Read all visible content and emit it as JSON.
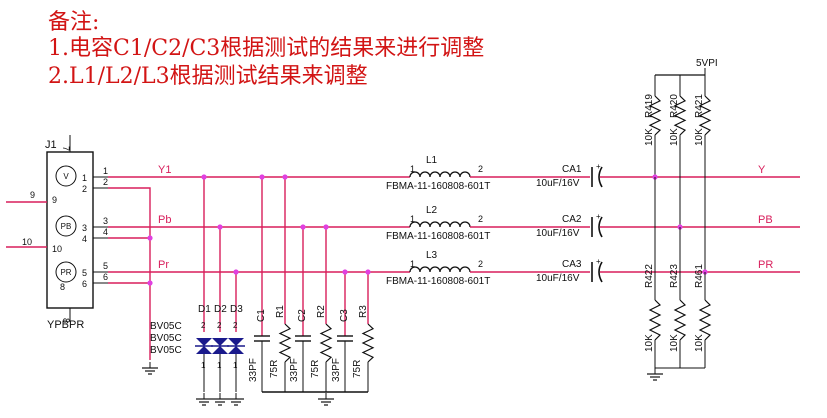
{
  "notes": {
    "title": "备注:",
    "line1": "1.电容C1/C2/C3根据测试的结果来进行调整",
    "line2": "2.L1/L2/L3根据测试结果来调整"
  },
  "connector": {
    "ref": "J1",
    "name": "YPBPR",
    "jacks": [
      "V",
      "PB",
      "PR"
    ],
    "pins": [
      "1",
      "2",
      "3",
      "4",
      "5",
      "6",
      "7",
      "8",
      "9",
      "10"
    ]
  },
  "signals": {
    "input": [
      "Y1",
      "Pb",
      "Pr"
    ],
    "output": [
      "Y",
      "PB",
      "PR"
    ]
  },
  "diodes": {
    "refs": [
      "D1",
      "D2",
      "D3"
    ],
    "part": "BV05C",
    "pin_top": "2",
    "pin_bottom": "1"
  },
  "caps": {
    "refs": [
      "C1",
      "C2",
      "C3"
    ],
    "value": "33PF"
  },
  "resistors": {
    "refs": [
      "R1",
      "R2",
      "R3"
    ],
    "value": "75R"
  },
  "inductors": {
    "refs": [
      "L1",
      "L2",
      "L3"
    ],
    "part": "FBMA-11-160808-601T",
    "pin_left": "1",
    "pin_right": "2"
  },
  "coupling_caps": {
    "refs": [
      "CA1",
      "CA2",
      "CA3"
    ],
    "value": "10uF/16V",
    "polarity": "+"
  },
  "pullups": {
    "supply": "5VPI",
    "refs": [
      "R419",
      "R420",
      "R421"
    ],
    "value": "10K"
  },
  "pulldowns": {
    "refs": [
      "R422",
      "R423",
      "R461"
    ],
    "value": "10K"
  },
  "colors": {
    "wire": "#d81e5b",
    "ink": "#101010",
    "part": "#1a1a8c",
    "note": "#d21414",
    "junction": "#e040e0"
  }
}
